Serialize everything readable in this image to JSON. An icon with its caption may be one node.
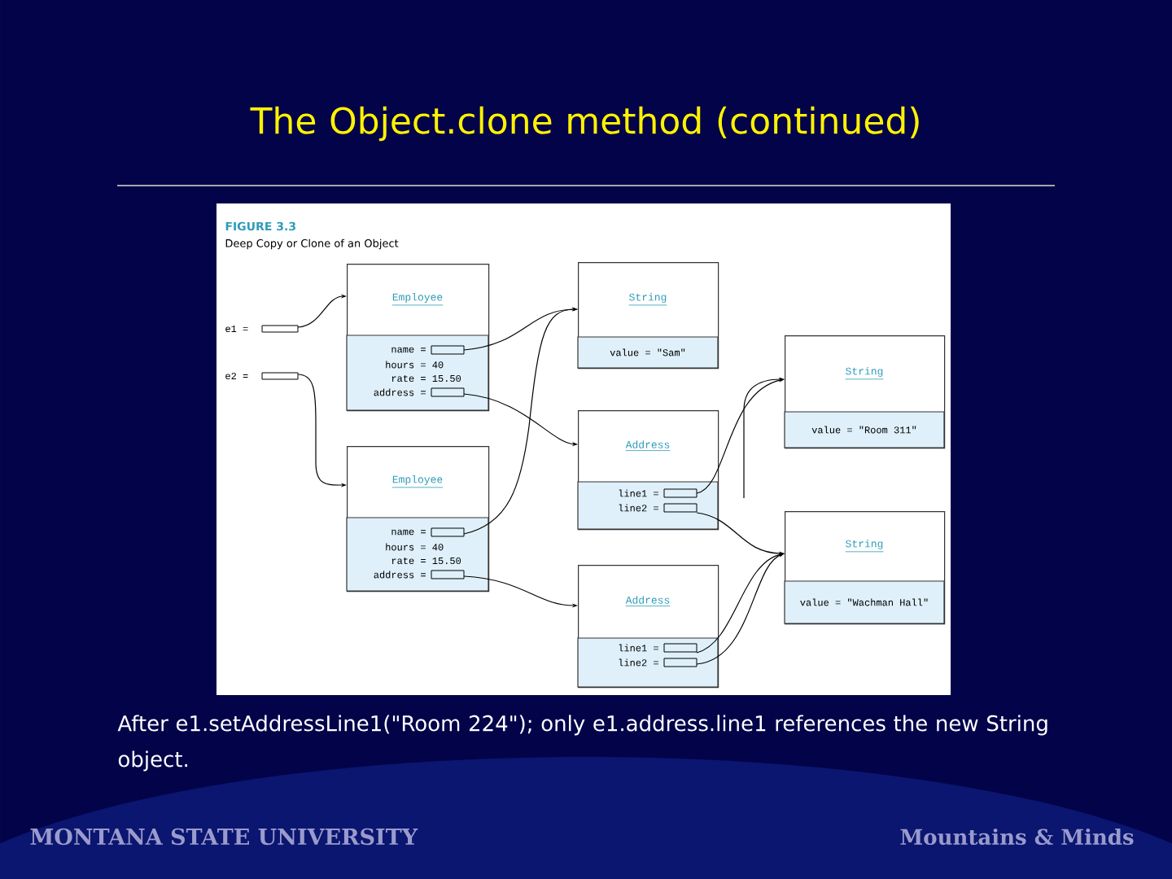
{
  "diagram": {
    "title": "The Object.clone method (continued)",
    "caption": "After e1.setAddressLine1(\"Room 224\"); only e1.address.line1 references the new String object.",
    "nodes": [
      {
        "text": [
          "e1 ="
        ]
      },
      {
        "text": [
          "e2 ="
        ]
      },
      {
        "text": [
          "Employee",
          "name =",
          "hours = 40",
          "rate = 15.50",
          "address ="
        ]
      },
      {
        "text": [
          "String",
          "value = \"Sam\""
        ]
      },
      {
        "text": [
          "String",
          "value = \"Room 311\""
        ]
      },
      {
        "text": [
          "Address",
          "line1 =",
          "line2 ="
        ]
      },
      {
        "text": [
          "Employee",
          "name =",
          "hours = 40",
          "rate = 15.50",
          "address ="
        ]
      },
      {
        "text": [
          "String",
          "value = \"Wachman Hall\""
        ]
      },
      {
        "text": [
          "Address",
          "line1 =",
          "line2 ="
        ]
      }
    ],
    "edges": [
      {
        "from": 0,
        "to": 2,
        "arrow": "to"
      },
      {
        "from": 1,
        "to": 6,
        "arrow": "to"
      },
      {
        "from": 2,
        "to": 3,
        "arrow": "to"
      },
      {
        "from": 6,
        "to": 3,
        "arrow": "to"
      },
      {
        "from": 2,
        "to": 5,
        "arrow": "to"
      },
      {
        "from": 6,
        "to": 8,
        "arrow": "to"
      },
      {
        "from": 5,
        "to": 4,
        "arrow": "to"
      },
      {
        "from": null,
        "to": 4,
        "arrow": "to"
      },
      {
        "from": 5,
        "to": 7,
        "arrow": "to"
      },
      {
        "from": 8,
        "to": 7,
        "arrow": "to"
      },
      {
        "from": 8,
        "to": 7,
        "arrow": "to"
      }
    ],
    "labels": [
      "FIGURE 3.3",
      "Deep Copy or Clone of an Object",
      "MONTANA STATE UNIVERSITY",
      "Mountains & Minds"
    ]
  }
}
